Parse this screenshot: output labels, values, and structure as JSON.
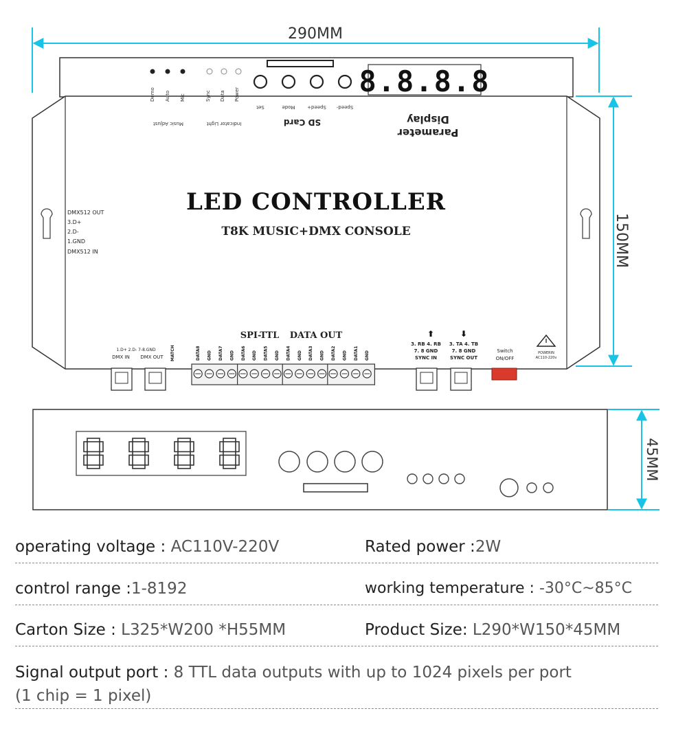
{
  "dimensions": {
    "width": "290MM",
    "height": "150MM",
    "depth": "45MM"
  },
  "device_top": {
    "main_title": "LED CONTROLLER",
    "subtitle": "T8K MUSIC+DMX CONSOLE",
    "display_label": "Parameter Display",
    "display_label_line1": "Parameter",
    "display_label_line2": "Display",
    "display_digits": "8.8.8.8",
    "sd_card_label": "SD Card",
    "button_labels": [
      "Speed-",
      "Speed+",
      "Mode",
      "Set"
    ],
    "indicator_labels": [
      "Power",
      "Data",
      "Sync"
    ],
    "indicator_group_label": "Indicator Light",
    "music_labels": [
      "Mic",
      "Auto",
      "Demo"
    ],
    "music_group_label": "Music Adjust",
    "dmx_side_labels": [
      "DMX512 OUT",
      "3.D+",
      "2.D-",
      "1.GND",
      "DMX512 IN"
    ],
    "spi_label": "SPI-TTL",
    "data_out_label": "DATA OUT",
    "terminal_labels": [
      "DATA8",
      "GND",
      "DATA7",
      "GND",
      "DATA6",
      "GND",
      "DATA5",
      "GND",
      "DATA4",
      "GND",
      "DATA3",
      "GND",
      "DATA2",
      "GND",
      "DATA1",
      "GND"
    ],
    "dmx_port_label_top": "1.D+ 2.D- 7-8.GND",
    "dmx_in_label": "DMX IN",
    "dmx_out_label": "DMX OUT",
    "match_label": "MATCH",
    "sync_in_top": "3. RB 4. RB",
    "sync_in_mid": "7. 8 GND",
    "sync_in_label": "SYNC IN",
    "sync_out_top": "3. TA 4. TB",
    "sync_out_mid": "7. 8 GND",
    "sync_out_label": "SYNC OUT",
    "switch_top": "Switch",
    "switch_label": "ON/OFF",
    "power_in_label": "POWERIN",
    "power_in_range": "AC110-220v"
  },
  "device_front": {
    "display_digits": "8888"
  },
  "specs": [
    {
      "label": "operating voltage : ",
      "value": "AC110V-220V"
    },
    {
      "label": "Rated power :",
      "value": "2W"
    },
    {
      "label": "control range :",
      "value": "1-8192"
    },
    {
      "label": "working temperature : ",
      "value": "-30°C~85°C"
    },
    {
      "label": "Carton Size : ",
      "value": "L325*W200 *H55MM"
    },
    {
      "label": "Product Size: ",
      "value": "L290*W150*45MM"
    }
  ],
  "signal_output": {
    "label": "Signal output port : ",
    "value_line1": "8 TTL data outputs with up to 1024 pixels per port",
    "value_line2": "(1 chip = 1 pixel)"
  },
  "colors": {
    "dimension_arrow": "#19c3e6",
    "outline": "#333333",
    "switch": "#d93a2b"
  }
}
